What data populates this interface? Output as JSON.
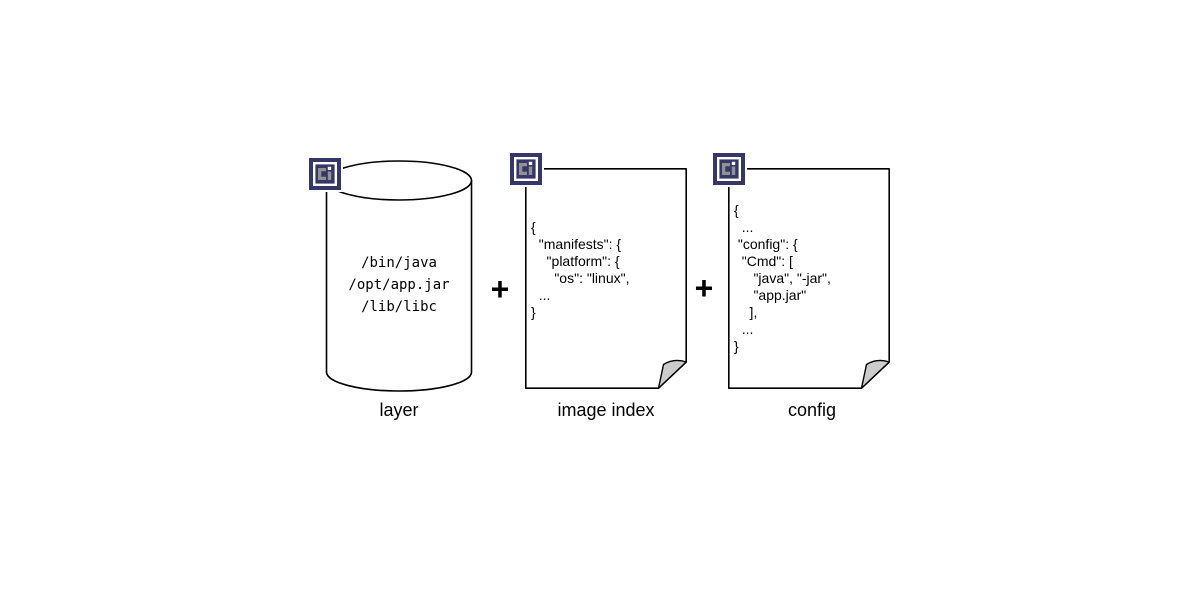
{
  "diagram": {
    "background": "#ffffff",
    "shapes": [
      {
        "id": "layer",
        "type": "cylinder",
        "label": "layer",
        "badge_icon": "oci-logo",
        "content_lines": [
          "/bin/java",
          "/opt/app.jar",
          "/lib/libc"
        ]
      },
      {
        "id": "image-index",
        "type": "document",
        "label": "image index",
        "badge_icon": "oci-logo",
        "content_lines": [
          "{",
          "  \"manifests\": {",
          "    \"platform\": {",
          "      \"os\": \"linux\",",
          "  ...",
          "}"
        ]
      },
      {
        "id": "config",
        "type": "document",
        "label": "config",
        "badge_icon": "oci-logo",
        "content_lines": [
          "{",
          "  ...",
          " \"config\": {",
          "  \"Cmd\": [",
          "     \"java\", \"-jar\",",
          "     \"app.jar\"",
          "    ],",
          "  ...",
          "}"
        ]
      }
    ],
    "operators": [
      {
        "symbol": "+"
      },
      {
        "symbol": "+"
      }
    ],
    "colors": {
      "outline": "#000000",
      "badge_navy": "#343768",
      "badge_glyph_gray": "#919191",
      "fold_gray": "#cccccc",
      "background": "#ffffff",
      "text": "#000000"
    }
  }
}
